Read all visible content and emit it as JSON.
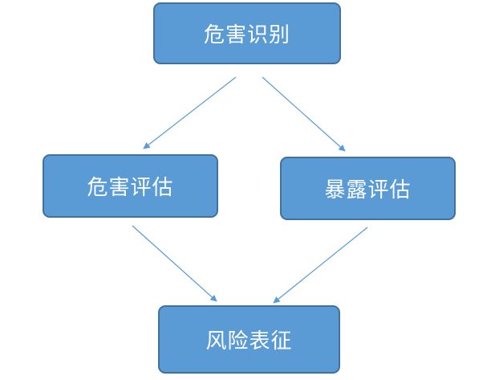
{
  "diagram": {
    "nodes": {
      "identify": "危害识别",
      "hazard": "危害评估",
      "exposure": "暴露评估",
      "risk": "风险表征"
    },
    "edges": [
      {
        "from": "危害识别",
        "to": "危害评估"
      },
      {
        "from": "危害识别",
        "to": "暴露评估"
      },
      {
        "from": "危害评估",
        "to": "风险表征"
      },
      {
        "from": "暴露评估",
        "to": "风险表征"
      }
    ],
    "colors": {
      "node_fill": "#5b9bd5",
      "node_border": "#41719c",
      "node_text": "#ffffff",
      "arrow": "#5b9bd5"
    }
  }
}
